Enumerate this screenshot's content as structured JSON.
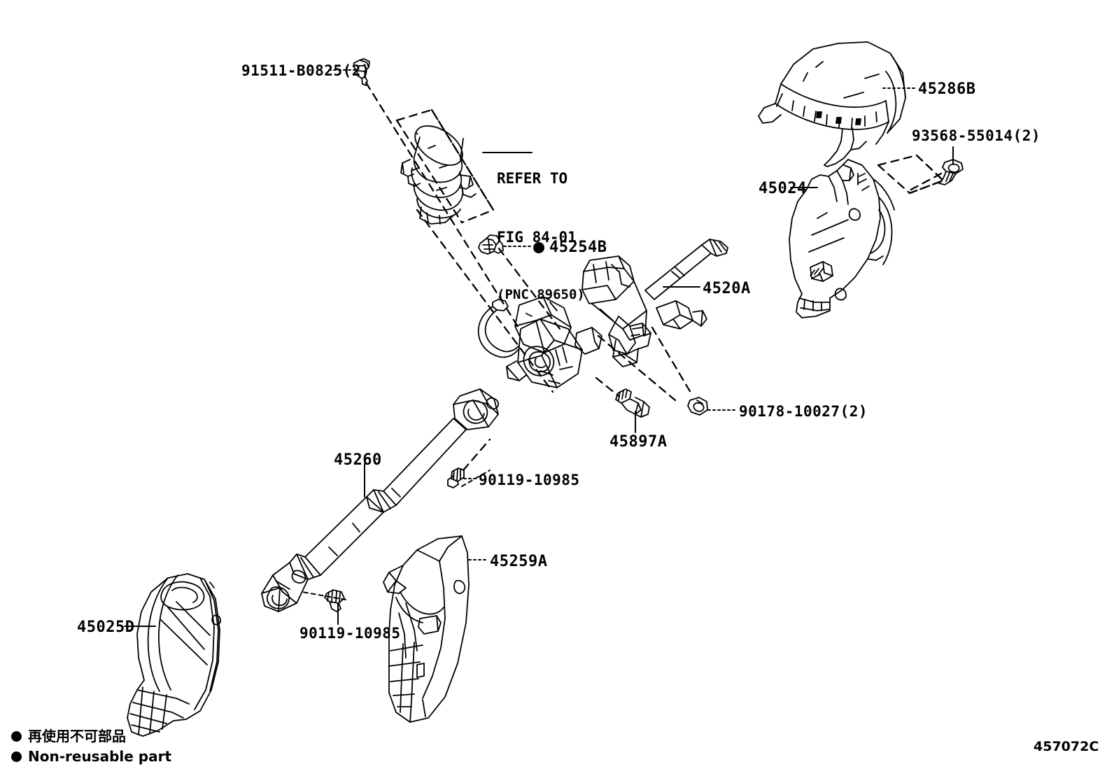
{
  "diagram": {
    "figure_code": "457072C",
    "title_hidden": "",
    "reference_note": {
      "line1": "REFER TO",
      "line2": "FIG 84-01",
      "line3": "(PNC 89650)"
    },
    "legend": {
      "japanese": "再使用不可部品",
      "english": "Non-reusable part"
    },
    "callouts": [
      {
        "id": "c1",
        "text": "91511-B0825(2)",
        "nonreusable": false
      },
      {
        "id": "c2",
        "text": "45254B",
        "nonreusable": true
      },
      {
        "id": "c3",
        "text": "4520A",
        "nonreusable": false
      },
      {
        "id": "c4",
        "text": "45286B",
        "nonreusable": false
      },
      {
        "id": "c5",
        "text": "93568-55014(2)",
        "nonreusable": false
      },
      {
        "id": "c6",
        "text": "45024",
        "nonreusable": false
      },
      {
        "id": "c7",
        "text": "90178-10027(2)",
        "nonreusable": false
      },
      {
        "id": "c8",
        "text": "45897A",
        "nonreusable": false
      },
      {
        "id": "c9",
        "text": "45260",
        "nonreusable": false
      },
      {
        "id": "c10",
        "text": "90119-10985",
        "nonreusable": false
      },
      {
        "id": "c11",
        "text": "45259A",
        "nonreusable": false
      },
      {
        "id": "c12",
        "text": "90119-10985",
        "nonreusable": false
      },
      {
        "id": "c13",
        "text": "45025D",
        "nonreusable": false
      }
    ],
    "colors": {
      "line": "#000000",
      "background": "#ffffff"
    }
  }
}
